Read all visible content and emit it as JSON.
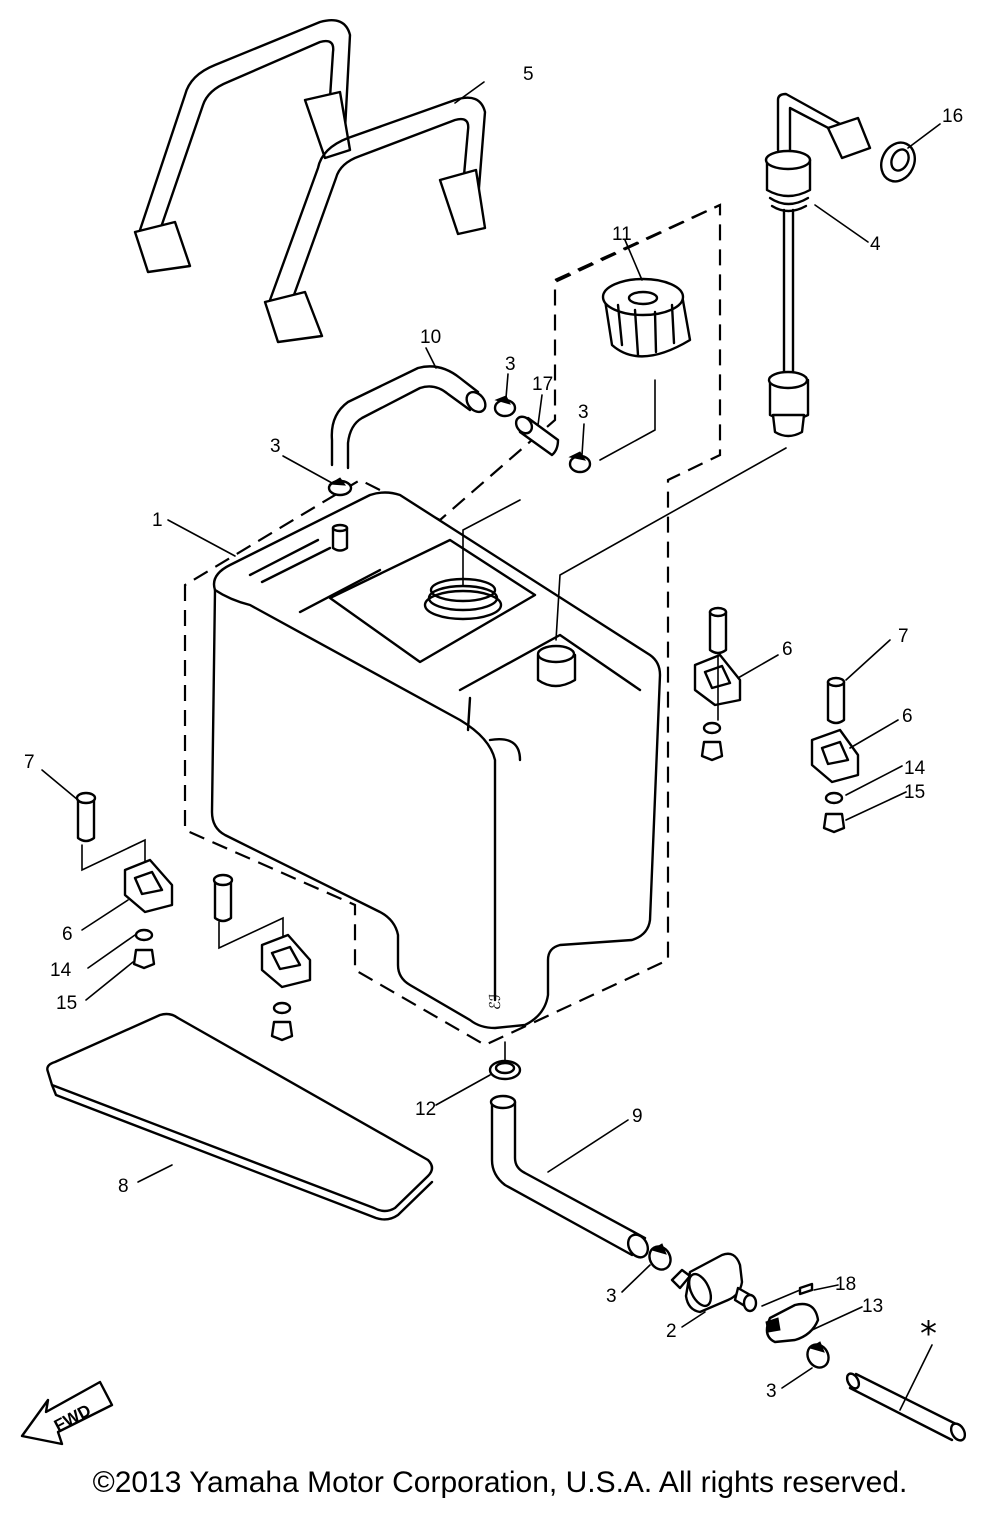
{
  "callouts": [
    "1",
    "2",
    "3",
    "4",
    "5",
    "6",
    "7",
    "8",
    "9",
    "10",
    "11",
    "12",
    "13",
    "14",
    "15",
    "16",
    "17",
    "18"
  ],
  "fwd_label": "FWD",
  "continuation_mark": "*",
  "copyright": "©2013 Yamaha Motor Corporation, U.S.A. All rights reserved."
}
